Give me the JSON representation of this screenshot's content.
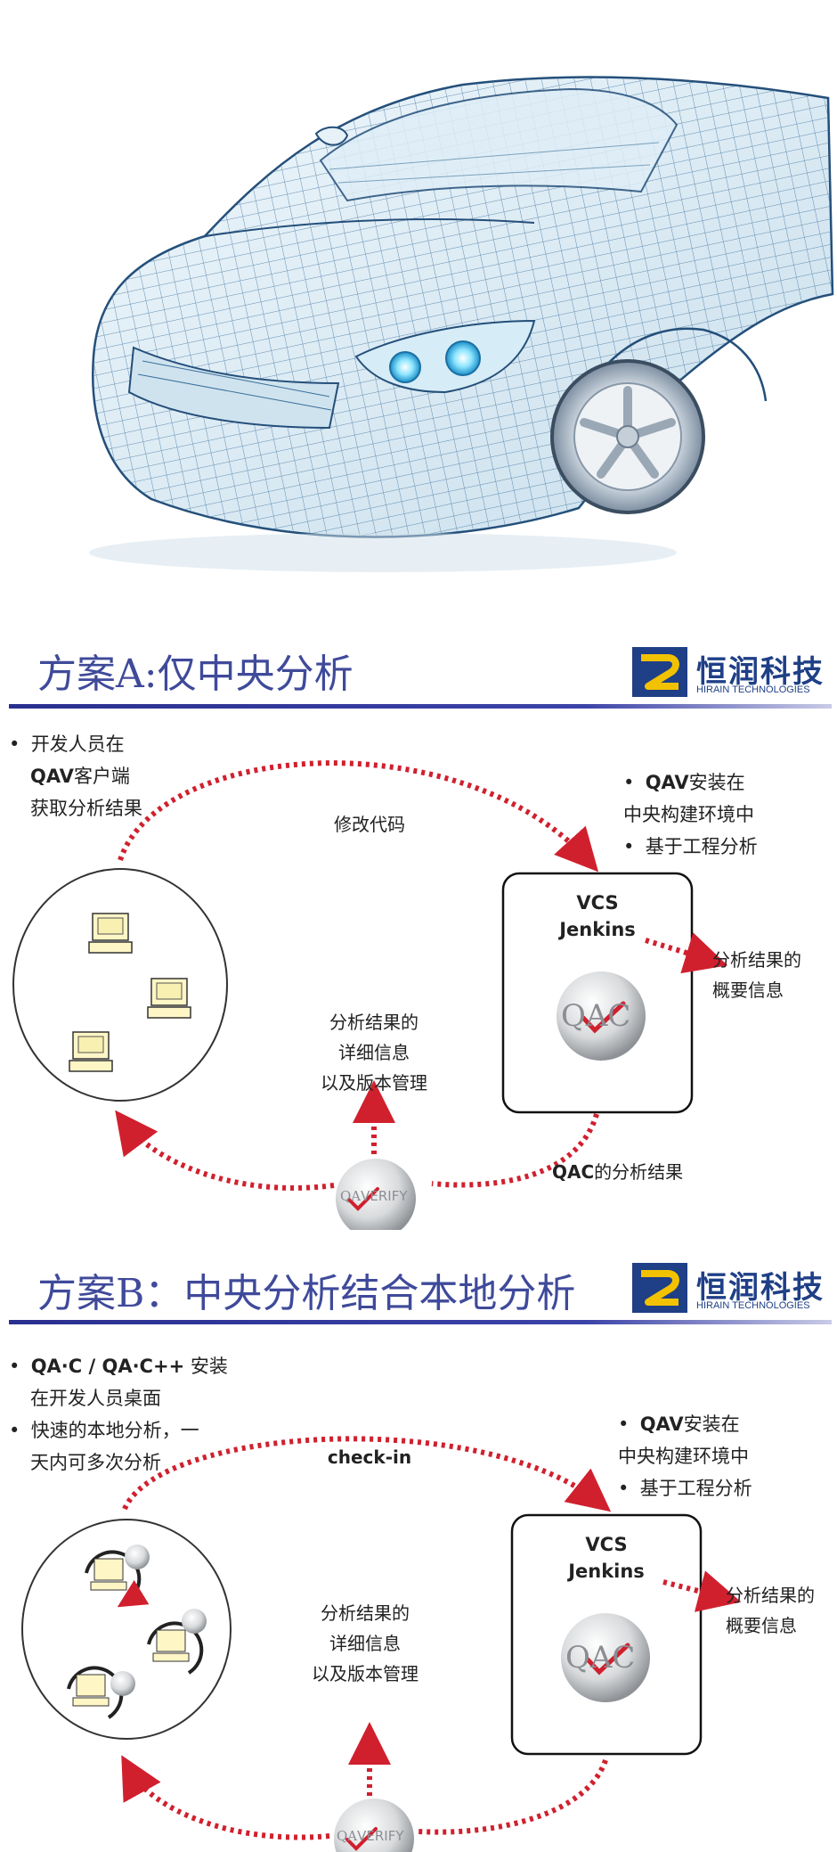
{
  "company_logo": {
    "cn": "恒润科技",
    "en": "HIRAIN TECHNOLOGIES"
  },
  "colors": {
    "title": "#3f4a9a",
    "arrow": "#d0202e",
    "rule": "#2a2f8f",
    "logo": "#1f3f86"
  },
  "slide_a": {
    "title": "方案A:仅中央分析",
    "left_bullet": {
      "l1": "开发人员在",
      "l2_bold": "QAV",
      "l2_rest": "客户端",
      "l3": "获取分析结果"
    },
    "top_arrow_label": "修改代码",
    "right_bullets": {
      "b1_bold": "QAV",
      "b1_rest": "安装在",
      "b1_l2": "中央构建环境中",
      "b2": "基于工程分析"
    },
    "server_box": {
      "l1": "VCS",
      "l2": "Jenkins"
    },
    "summary_label": {
      "l1": "分析结果的",
      "l2": "概要信息"
    },
    "detail_label": {
      "l1": "分析结果的",
      "l2": "详细信息",
      "l3": "以及版本管理"
    },
    "bottom_right_label": {
      "bold": "QAC",
      "rest": "的分析结果"
    },
    "qac_logo": "QAC",
    "verify_logo": {
      "qa": "QA",
      "verify": "VERIFY"
    }
  },
  "slide_b": {
    "title": "方案B：中央分析结合本地分析",
    "left_bullets": {
      "b1_bold": "QA·C / QA·C++",
      "b1_rest": " 安装",
      "b1_l2": "在开发人员桌面",
      "b2_l1": "快速的本地分析，一",
      "b2_l2": "天内可多次分析"
    },
    "top_arrow_label": "check-in",
    "right_bullets": {
      "b1_bold": "QAV",
      "b1_rest": "安装在",
      "b1_l2": "中央构建环境中",
      "b2": "基于工程分析"
    },
    "server_box": {
      "l1": "VCS",
      "l2": "Jenkins"
    },
    "summary_label": {
      "l1": "分析结果的",
      "l2": "概要信息"
    },
    "detail_label": {
      "l1": "分析结果的",
      "l2": "详细信息",
      "l3": "以及版本管理"
    },
    "qac_logo": "QAC",
    "verify_logo": {
      "qa": "QA",
      "verify": "VERIFY"
    }
  }
}
